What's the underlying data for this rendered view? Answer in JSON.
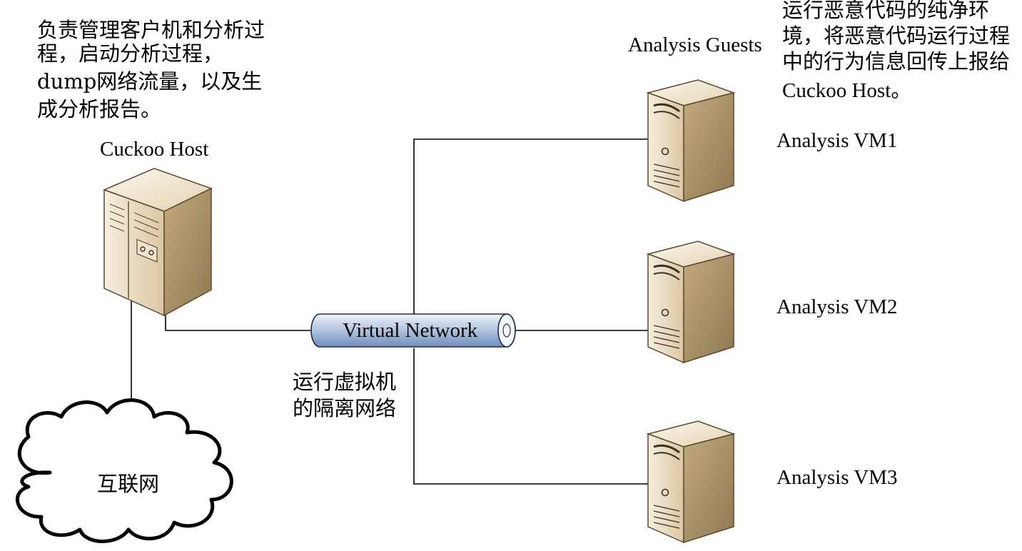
{
  "host": {
    "label": "Cuckoo Host",
    "description": [
      "负责管理客户机和分析过",
      "程，启动分析过程，",
      "dump网络流量，以及生",
      "成分析报告。"
    ]
  },
  "guests": {
    "group_label": "Analysis Guests",
    "description": [
      "运行恶意代码的纯净环",
      "境，将恶意代码运行过程",
      "中的行为信息回传上报给",
      "Cuckoo Host。"
    ],
    "vms": [
      {
        "label": "Analysis VM1"
      },
      {
        "label": "Analysis VM2"
      },
      {
        "label": "Analysis VM3"
      }
    ]
  },
  "network": {
    "label": "Virtual Network",
    "description": [
      "运行虚拟机",
      "的隔离网络"
    ]
  },
  "internet": {
    "label": "互联网"
  },
  "colors": {
    "server_light": "#f3e8d4",
    "server_mid": "#d9c29a",
    "server_dark": "#8f7852",
    "pipe_light": "#dbe6f4",
    "pipe_dark": "#7e9bc4"
  }
}
